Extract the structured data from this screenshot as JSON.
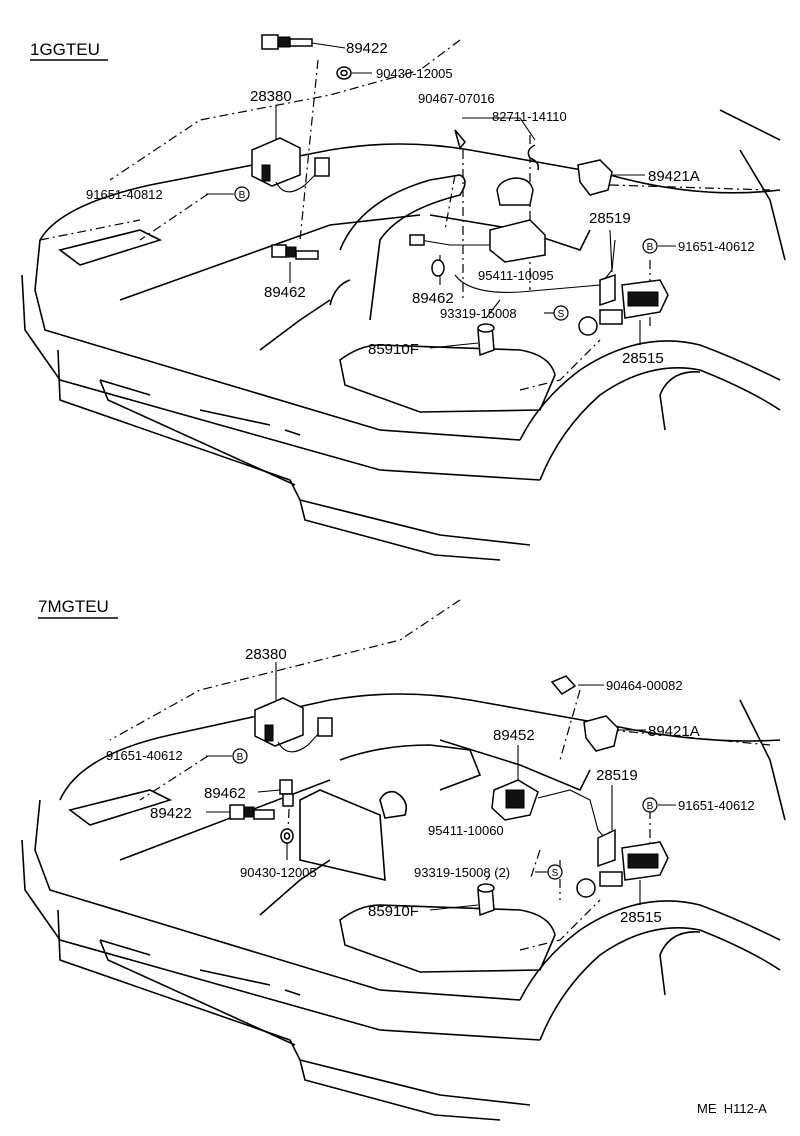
{
  "sections": [
    {
      "id": "top",
      "title": "1GGTEU",
      "labels": {
        "p89422": "89422",
        "p90430": "90430-12005",
        "p90467": "90467-07016",
        "p82711": "82711-14110",
        "p28380": "28380",
        "p89421a": "89421A",
        "p91651a": "91651-40812",
        "p28519": "28519",
        "p91651b": "91651-40612",
        "p95411": "95411-10095",
        "p89462a": "89462",
        "p89462b": "89462",
        "p93319": "93319-15008",
        "p85910f": "85910F",
        "p28515": "28515"
      }
    },
    {
      "id": "bottom",
      "title": "7MGTEU",
      "labels": {
        "p28380": "28380",
        "p90464": "90464-00082",
        "p89421a": "89421A",
        "p89452": "89452",
        "p91651a": "91651-40612",
        "p28519": "28519",
        "p89462": "89462",
        "p89422": "89422",
        "p91651b": "91651-40612",
        "p95411": "95411-10060",
        "p90430": "90430-12005",
        "p93319": "93319-15008 (2)",
        "p85910f": "85910F",
        "p28515": "28515"
      }
    }
  ],
  "symbols": {
    "bolt": "B",
    "screw": "S"
  },
  "reference": "ME  H112-A"
}
